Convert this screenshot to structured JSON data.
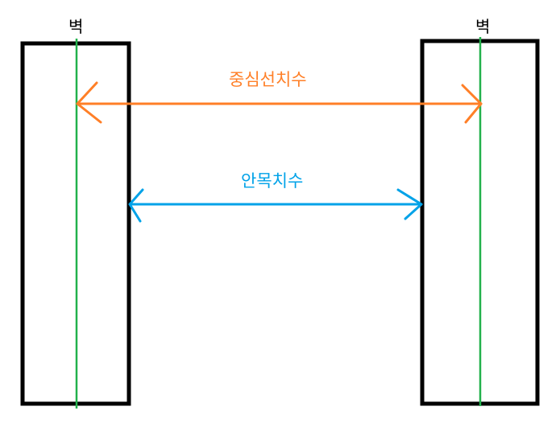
{
  "walls": [
    {
      "label": "벽"
    },
    {
      "label": "벽"
    }
  ],
  "dimensions": {
    "center_line": {
      "label": "중심선치수"
    },
    "clear_opening": {
      "label": "안목치수"
    }
  },
  "colors": {
    "wall_outline": "#000000",
    "center_line": "#22b14c",
    "center_dimension": "#ff7f27",
    "clear_dimension": "#00a2e8"
  }
}
